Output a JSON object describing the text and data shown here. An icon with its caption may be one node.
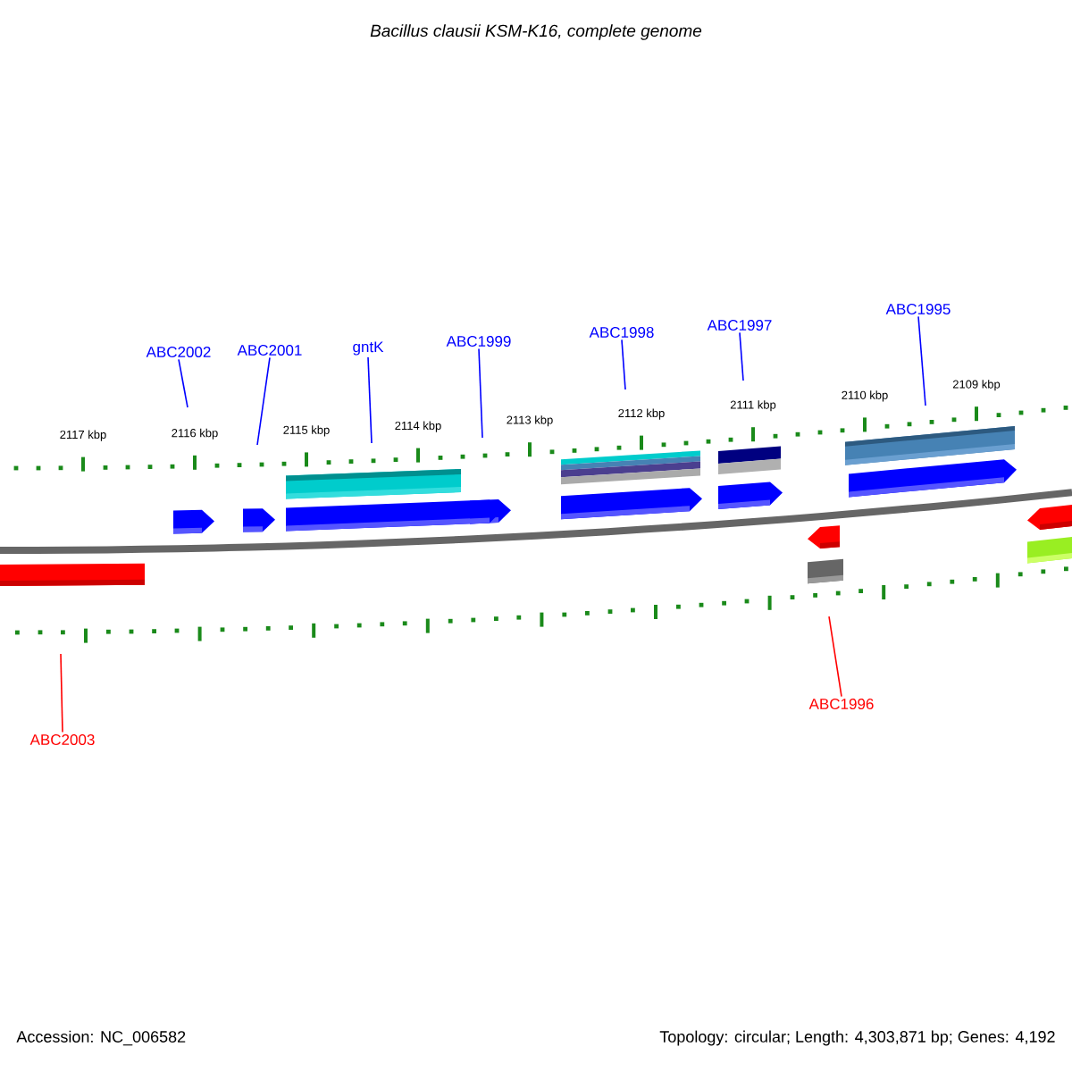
{
  "diagram": {
    "title": "Bacillus clausii KSM-K16, complete genome",
    "nodes": [
      {
        "text": [
          "ABC2002"
        ]
      },
      {
        "text": [
          "ABC2001"
        ]
      },
      {
        "text": [
          "gntK"
        ]
      },
      {
        "text": [
          "ABC1999"
        ]
      },
      {
        "text": [
          "ABC1998"
        ]
      },
      {
        "text": [
          "ABC1997"
        ]
      },
      {
        "text": [
          "ABC1995"
        ]
      },
      {
        "text": [
          "ABC1996"
        ]
      },
      {
        "text": [
          "ABC2003"
        ]
      }
    ],
    "edges": [
      {
        "from": 0,
        "to": null,
        "arrow": "none"
      },
      {
        "from": 1,
        "to": null,
        "arrow": "none"
      },
      {
        "from": 2,
        "to": null,
        "arrow": "none"
      },
      {
        "from": 3,
        "to": null,
        "arrow": "none"
      },
      {
        "from": 4,
        "to": null,
        "arrow": "none"
      },
      {
        "from": 5,
        "to": null,
        "arrow": "none"
      },
      {
        "from": 6,
        "to": null,
        "arrow": "none"
      },
      {
        "from": 7,
        "to": null,
        "arrow": "none",
        "color": "#ff0000"
      },
      {
        "from": 8,
        "to": null,
        "arrow": "none",
        "color": "#ff0000"
      }
    ],
    "labels": [
      "2117 kbp",
      "2116 kbp",
      "2115 kbp",
      "2114 kbp",
      "2113 kbp",
      "2112 kbp",
      "2111 kbp",
      "2110 kbp",
      "2109 kbp",
      "Accession: NC_006582",
      "Topology: circular; Length: 4,303,871 bp; Genes: 4,192"
    ]
  }
}
